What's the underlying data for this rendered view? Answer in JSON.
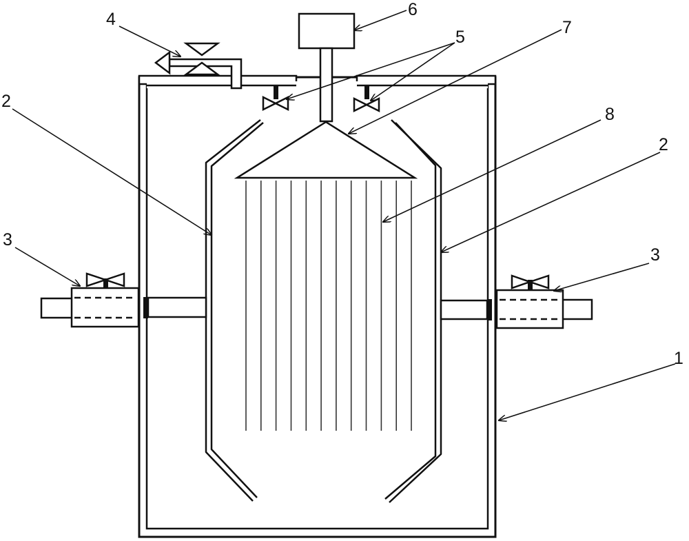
{
  "figure": {
    "colors": {
      "line": "#111111",
      "background": "#ffffff",
      "fiber": "#333333"
    },
    "labels": {
      "l1": "1",
      "l2_left": "2",
      "l2_right": "2",
      "l3_left": "3",
      "l3_right": "3",
      "l4": "4",
      "l5": "5",
      "l6": "6",
      "l7": "7",
      "l8": "8"
    }
  }
}
